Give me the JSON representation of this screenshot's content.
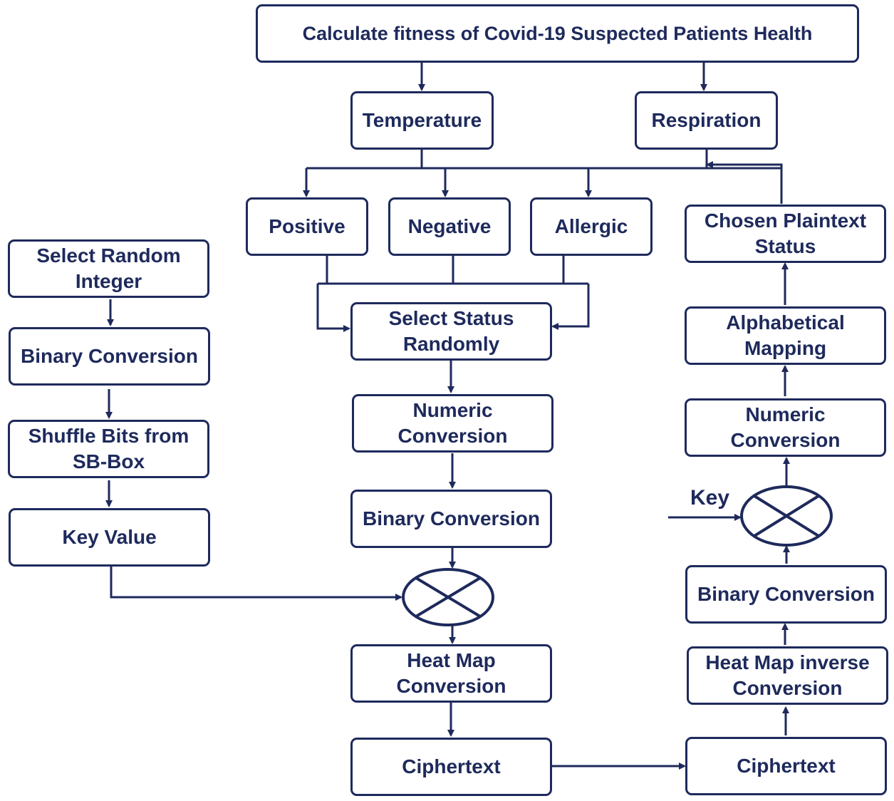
{
  "colors": {
    "primary": "#1e2a5c",
    "background": "#ffffff"
  },
  "title": "Calculate fitness of Covid-19 Suspected Patients Health",
  "params": {
    "temperature": "Temperature",
    "respiration": "Respiration"
  },
  "statuses": {
    "positive": "Positive",
    "negative": "Negative",
    "allergic": "Allergic"
  },
  "key_branch": {
    "select_random_integer": "Select Random Integer",
    "binary_conversion": "Binary Conversion",
    "shuffle_bits": "Shuffle Bits from SB-Box",
    "key_value": "Key Value"
  },
  "encryption": {
    "select_status": "Select Status Randomly",
    "numeric_conversion": "Numeric Conversion",
    "binary_conversion": "Binary Conversion",
    "heat_map_conversion": "Heat Map Conversion",
    "ciphertext": "Ciphertext"
  },
  "decryption": {
    "chosen_plaintext": "Chosen Plaintext Status",
    "alphabetical_mapping": "Alphabetical Mapping",
    "numeric_conversion": "Numeric Conversion",
    "key_label": "Key",
    "binary_conversion": "Binary Conversion",
    "heat_map_inverse": "Heat Map inverse Conversion",
    "ciphertext": "Ciphertext"
  }
}
